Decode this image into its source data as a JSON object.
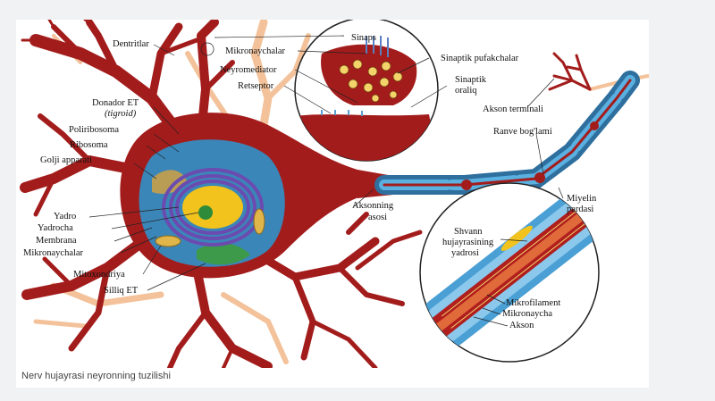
{
  "caption": "Nerv hujayrasi neyronning tuzilishi",
  "labels": {
    "dentritlar": "Dentritlar",
    "sinaps": "Sinaps",
    "mikronaychalar": "Mikronaychalar",
    "sinaptik_pufakchalar": "Sinaptik pufakchalar",
    "neyromediator": "Neyromediator",
    "retseptor": "Retseptor",
    "sinaptik_oraliq_1": "Sinaptik",
    "sinaptik_oraliq_2": "oraliq",
    "akson_terminali": "Akson terminali",
    "ranve": "Ranve bog'lami",
    "donador_1": "Donador ET",
    "donador_2": "(tigroid)",
    "poliribosoma": "Poliribosoma",
    "ribosoma": "Ribosoma",
    "golji": "Golji apparati",
    "yadro": "Yadro",
    "yadrocha": "Yadrocha",
    "membrana": "Membrana",
    "mikronaychalar_2": "Mikronaychalar",
    "mitoxondriya": "Mitoxondriya",
    "silliq": "Silliq ET",
    "akso_1": "Aksonning",
    "akso_2": "asosi",
    "miyelin_1": "Miyelin",
    "miyelin_2": "pardasi",
    "shvann_1": "Shvann",
    "shvann_2": "hujayrasining",
    "shvann_3": "yadrosi",
    "mikrofilament": "Mikrofilament",
    "mikronaycha": "Mikronaycha",
    "akson": "Akson"
  },
  "colors": {
    "neuron": "#a31c1c",
    "cytoplasm": "#3b86b8",
    "nucleus": "#f2c31c",
    "nucleolus": "#2e8b3a",
    "er": "#6b4bb0",
    "myelin": "#3a8fc4",
    "vesicle": "#f3d36a"
  }
}
